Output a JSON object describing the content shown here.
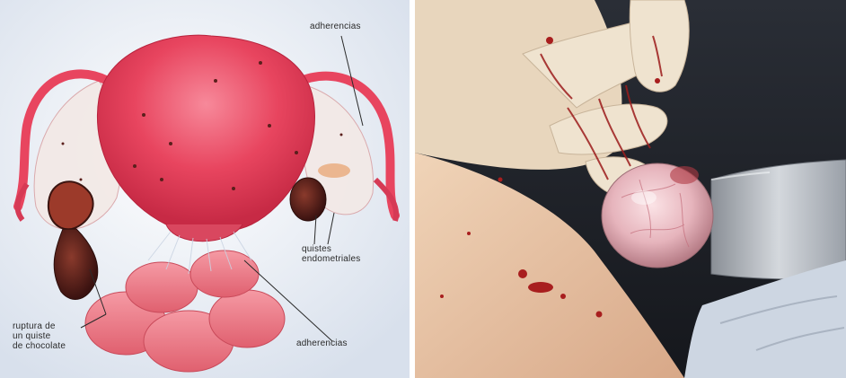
{
  "labels": {
    "adherencias_top": "adherencias",
    "quistes": "quistes\nendometriales",
    "adherencias_bottom": "adherencias",
    "ruptura": "ruptura de\nun quiste\nde chocolate"
  },
  "colors": {
    "uterus": "#e8455f",
    "uterus_light": "#f27a8c",
    "cyst_dark": "#4a1a18",
    "background_illustration": "#dfe6f0",
    "glove": "#efe3cf",
    "blood": "#a81e1e",
    "drape": "#1c1c22"
  }
}
